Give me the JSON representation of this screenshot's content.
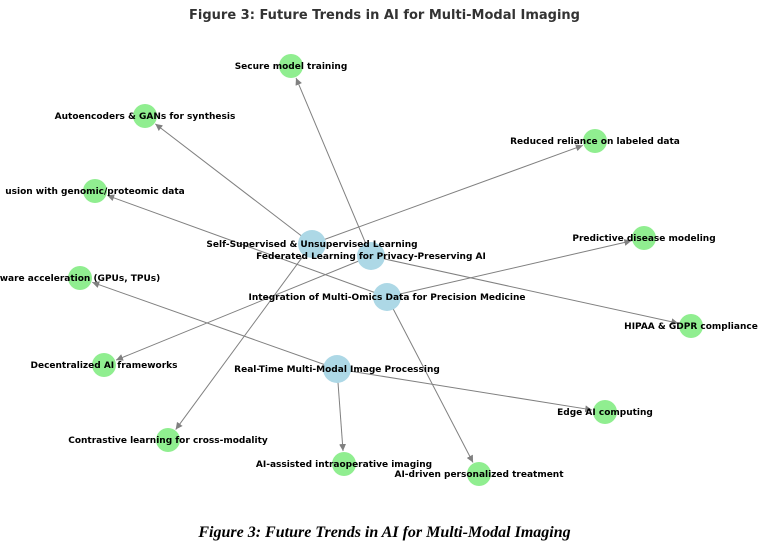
{
  "title": "Figure 3: Future Trends in AI for Multi-Modal Imaging",
  "caption": "Figure 3: Future Trends in AI for Multi-Modal Imaging",
  "colors": {
    "hub_node": "#add8e6",
    "leaf_node": "#90ee90",
    "edge": "#808080"
  },
  "hubs": [
    {
      "id": "ssl",
      "label": "Self-Supervised & Unsupervised Learning"
    },
    {
      "id": "fl",
      "label": "Federated Learning for Privacy-Preserving AI"
    },
    {
      "id": "omics",
      "label": "Integration of Multi-Omics Data for Precision Medicine"
    },
    {
      "id": "rt",
      "label": "Real-Time Multi-Modal Image Processing"
    }
  ],
  "leaves": [
    {
      "id": "secure",
      "label": "Secure model training"
    },
    {
      "id": "autoenc",
      "label": "Autoencoders & GANs for synthesis"
    },
    {
      "id": "reduced",
      "label": "Reduced reliance on labeled data"
    },
    {
      "id": "fusion",
      "label": "usion with genomic/proteomic data"
    },
    {
      "id": "predictive",
      "label": "Predictive disease modeling"
    },
    {
      "id": "hardware",
      "label": "ware acceleration (GPUs, TPUs)"
    },
    {
      "id": "hipaa",
      "label": "HIPAA & GDPR compliance"
    },
    {
      "id": "decentral",
      "label": "Decentralized AI frameworks"
    },
    {
      "id": "edge",
      "label": "Edge AI computing"
    },
    {
      "id": "contrastive",
      "label": "Contrastive learning for cross-modality"
    },
    {
      "id": "intraop",
      "label": "AI-assisted intraoperative imaging"
    },
    {
      "id": "personalized",
      "label": "AI-driven personalized treatment"
    }
  ],
  "edges": [
    {
      "from": "ssl",
      "to": "autoenc"
    },
    {
      "from": "ssl",
      "to": "reduced"
    },
    {
      "from": "ssl",
      "to": "contrastive"
    },
    {
      "from": "fl",
      "to": "secure"
    },
    {
      "from": "fl",
      "to": "decentral"
    },
    {
      "from": "fl",
      "to": "hipaa"
    },
    {
      "from": "omics",
      "to": "fusion"
    },
    {
      "from": "omics",
      "to": "predictive"
    },
    {
      "from": "omics",
      "to": "personalized"
    },
    {
      "from": "rt",
      "to": "hardware"
    },
    {
      "from": "rt",
      "to": "edge"
    },
    {
      "from": "rt",
      "to": "intraop"
    }
  ]
}
